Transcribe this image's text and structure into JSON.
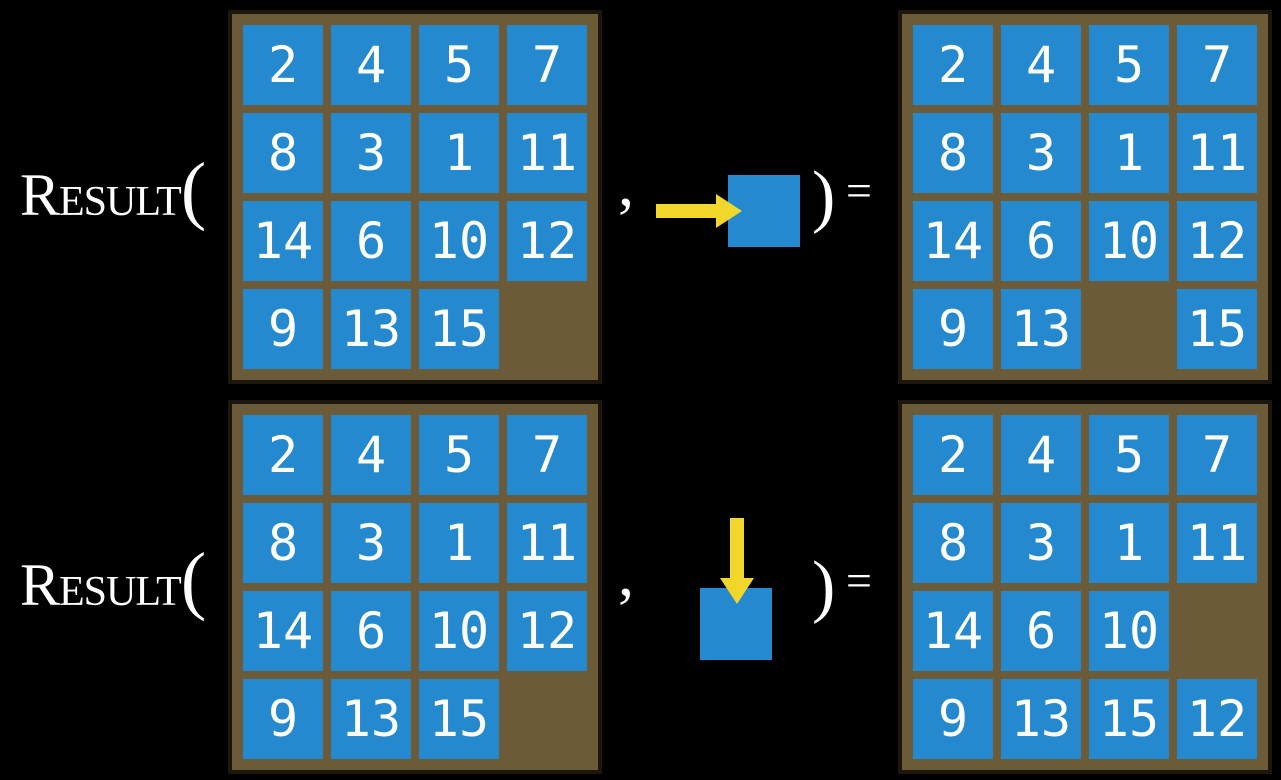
{
  "figure": {
    "function_name": "Result",
    "open_paren": "(",
    "comma": ",",
    "close_paren": ")",
    "equals": "="
  },
  "colors": {
    "background": "#000000",
    "frame": "#6b5b38",
    "frame_border": "#1c160d",
    "tile": "#2589d0",
    "tile_text": "#ffffff",
    "arrow": "#f0d72a",
    "formula_text": "#ffffff"
  },
  "rows": [
    {
      "name": "move-right-example",
      "action": {
        "direction": "right",
        "icon": "right-arrow-icon"
      },
      "input_grid": [
        [
          "2",
          "4",
          "5",
          "7"
        ],
        [
          "8",
          "3",
          "1",
          "11"
        ],
        [
          "14",
          "6",
          "10",
          "12"
        ],
        [
          "9",
          "13",
          "15",
          null
        ]
      ],
      "output_grid": [
        [
          "2",
          "4",
          "5",
          "7"
        ],
        [
          "8",
          "3",
          "1",
          "11"
        ],
        [
          "14",
          "6",
          "10",
          "12"
        ],
        [
          "9",
          "13",
          null,
          "15"
        ]
      ]
    },
    {
      "name": "move-down-example",
      "action": {
        "direction": "down",
        "icon": "down-arrow-icon"
      },
      "input_grid": [
        [
          "2",
          "4",
          "5",
          "7"
        ],
        [
          "8",
          "3",
          "1",
          "11"
        ],
        [
          "14",
          "6",
          "10",
          "12"
        ],
        [
          "9",
          "13",
          "15",
          null
        ]
      ],
      "output_grid": [
        [
          "2",
          "4",
          "5",
          "7"
        ],
        [
          "8",
          "3",
          "1",
          "11"
        ],
        [
          "14",
          "6",
          "10",
          null
        ],
        [
          "9",
          "13",
          "15",
          "12"
        ]
      ]
    }
  ]
}
